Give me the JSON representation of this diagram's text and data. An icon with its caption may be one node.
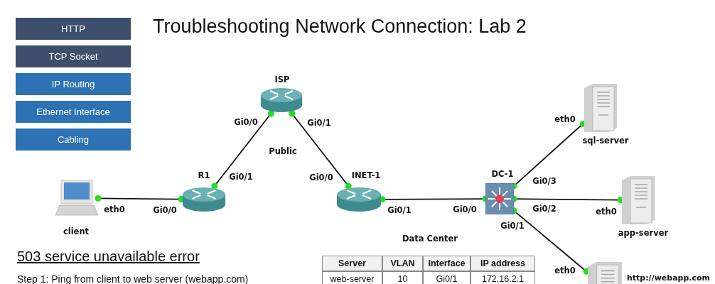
{
  "diagram": {
    "title": "Troubleshooting Network Connection: Lab 2",
    "nodes": [
      {
        "text": [
          "HTTP"
        ]
      },
      {
        "text": [
          "TCP Socket"
        ]
      },
      {
        "text": [
          "IP Routing"
        ]
      },
      {
        "text": [
          "Ethernet Interface"
        ]
      },
      {
        "text": [
          "Cabling"
        ]
      },
      {
        "text": [
          "ISP"
        ]
      },
      {
        "text": [
          "R1"
        ]
      },
      {
        "text": [
          "INET-1"
        ]
      },
      {
        "text": [
          "DC-1"
        ]
      },
      {
        "text": [
          "sql-server"
        ]
      },
      {
        "text": [
          "client"
        ]
      },
      {
        "text": [
          "app-server"
        ]
      },
      {
        "text": [],
        "shape": "picture",
        "beside": [
          "http://webapp.com"
        ]
      }
    ],
    "edges": [
      {
        "from": 10,
        "to": 6,
        "arrow": "other"
      },
      {
        "from": 6,
        "to": 5,
        "arrow": "other"
      },
      {
        "from": 5,
        "to": 7,
        "arrow": "other"
      },
      {
        "from": 7,
        "to": 8,
        "arrow": "other"
      },
      {
        "from": 8,
        "to": 9,
        "arrow": "other"
      },
      {
        "from": 8,
        "to": 11,
        "arrow": "other"
      },
      {
        "from": 8,
        "to": 12,
        "arrow": "other"
      }
    ],
    "labels": [
      "Gi0/0",
      "Gi0/1",
      "eth0",
      "Public",
      "Gi0/1",
      "Gi0/0",
      "Gi0/3",
      "eth0",
      "Gi0/0",
      "Gi0/1",
      "Gi0/0",
      "Gi0/2",
      "eth0",
      "Gi0/1",
      "Data Center",
      "503 service unavailable error",
      "Server",
      "VLAN",
      "Interface",
      "IP address",
      "eth0",
      "Step 1: Ping from client to web server (webapp.com)",
      "web-server",
      "10",
      "Gi0/1",
      "172.16.2.1"
    ]
  }
}
